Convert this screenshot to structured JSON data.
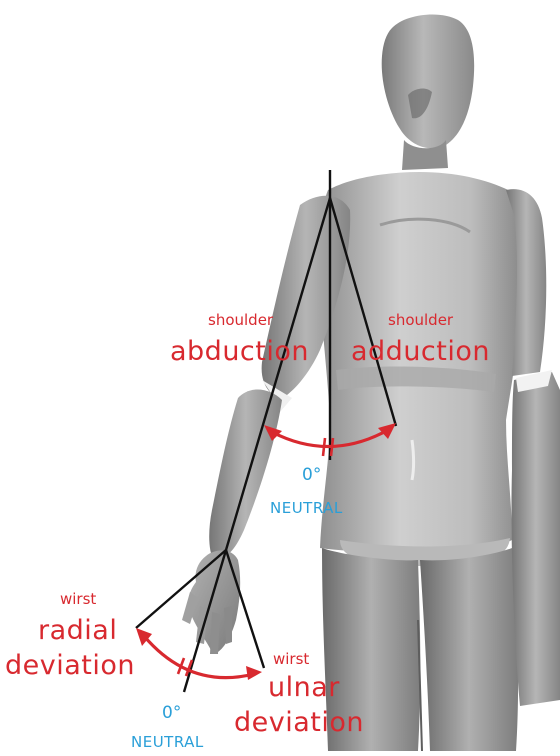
{
  "colors": {
    "label_red": "#d8292f",
    "label_blue": "#2a9fd8",
    "line_black": "#111111",
    "figure_light": "#c4c4c4",
    "figure_mid": "#9d9d9d",
    "figure_dark": "#6c6c6c"
  },
  "labels": {
    "shoulder_abduction_small": "shoulder",
    "shoulder_abduction_big": "abduction",
    "shoulder_adduction_small": "shoulder",
    "shoulder_adduction_big": "adduction",
    "shoulder_zero": "0°",
    "shoulder_neutral": "NEUTRAL",
    "wrist_radial_small": "wirst",
    "wrist_radial_big_1": "radial",
    "wrist_radial_big_2": "deviation",
    "wrist_ulnar_small": "wirst",
    "wrist_ulnar_big_1": "ulnar",
    "wrist_ulnar_big_2": "deviation",
    "wrist_zero": "0°",
    "wrist_neutral": "NEUTRAL"
  }
}
